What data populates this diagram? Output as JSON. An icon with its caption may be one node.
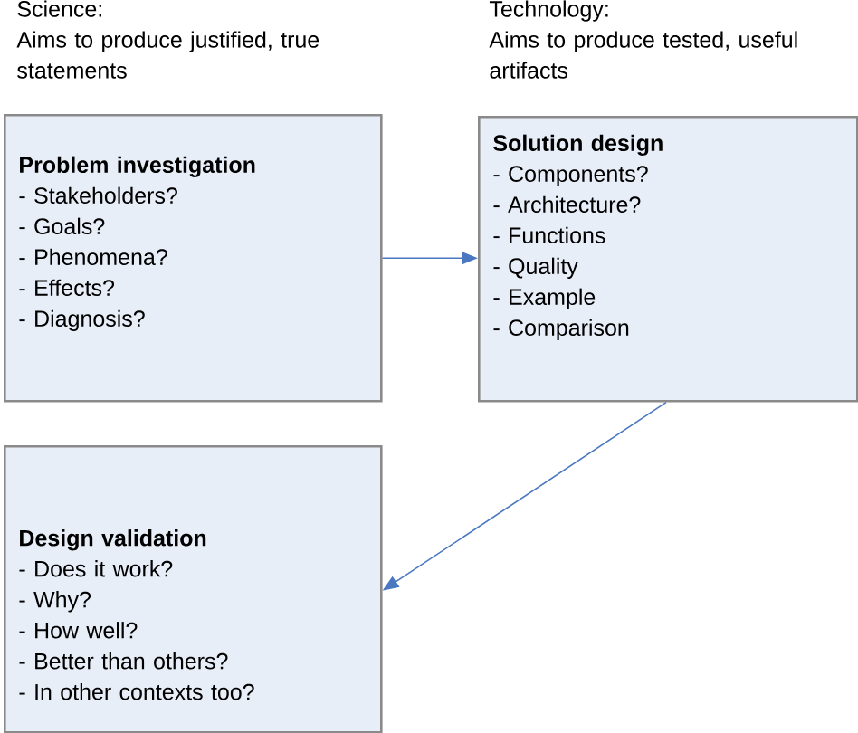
{
  "diagram": {
    "nodes": [
      {
        "text": [
          "**Problem investigation**",
          "- Stakeholders?",
          "- Goals?",
          "- Phenomena?",
          "- Effects?",
          "- Diagnosis?"
        ]
      },
      {
        "text": [
          "**Solution design**",
          "- Components?",
          "- Architecture?",
          "- Functions",
          "- Quality",
          "- Example",
          "- Comparison"
        ]
      },
      {
        "text": [
          "**Design validation**",
          "- Does it work?",
          "- Why?",
          "- How well?",
          "- Better than others?",
          "- In other contexts too?"
        ]
      }
    ],
    "edges": [
      {
        "from": 0,
        "to": 1,
        "arrow": "to"
      },
      {
        "from": 1,
        "to": 2,
        "arrow": "to"
      }
    ],
    "labels": [
      "Science:",
      "Aims to produce justified, true statements",
      "Technology:",
      "Aims to produce tested, useful artifacts"
    ]
  }
}
